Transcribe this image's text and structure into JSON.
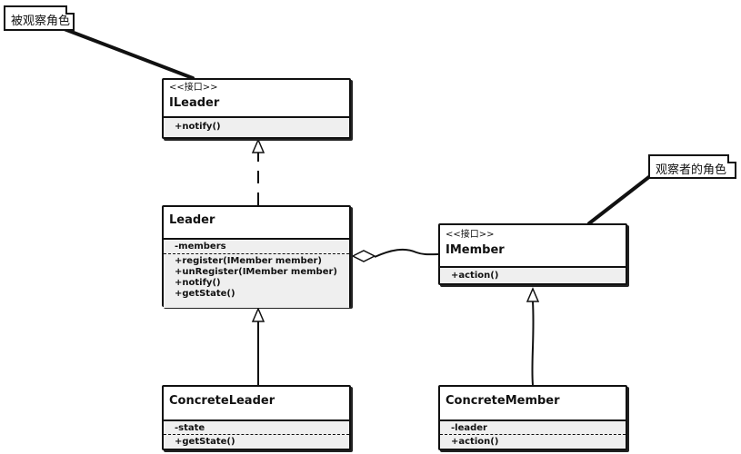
{
  "notes": {
    "observed": "被观察角色",
    "observer": "观察者的角色"
  },
  "classes": {
    "ileader": {
      "stereotype": "<<接口>>",
      "name": "ILeader",
      "operations": [
        "+notify()"
      ]
    },
    "leader": {
      "name": "Leader",
      "attributes": [
        "-members"
      ],
      "operations": [
        "+register(IMember member)",
        "+unRegister(IMember member)",
        "+notify()",
        "+getState()"
      ]
    },
    "imember": {
      "stereotype": "<<接口>>",
      "name": "IMember",
      "operations": [
        "+action()"
      ]
    },
    "concrete_leader": {
      "name": "ConcreteLeader",
      "attributes": [
        "-state"
      ],
      "operations": [
        "+getState()"
      ]
    },
    "concrete_member": {
      "name": "ConcreteMember",
      "attributes": [
        "-leader"
      ],
      "operations": [
        "+action()"
      ]
    }
  }
}
